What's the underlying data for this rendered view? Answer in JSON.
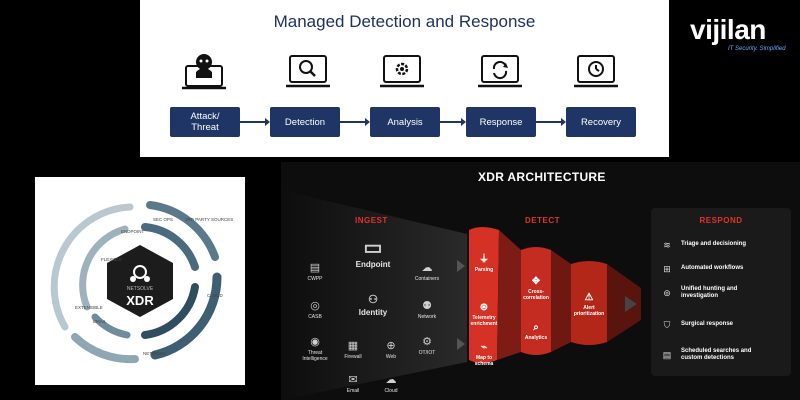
{
  "mdr": {
    "title": "Managed Detection and Response",
    "steps": [
      {
        "label": "Attack/\nThreat",
        "icon": "hacker-icon"
      },
      {
        "label": "Detection",
        "icon": "magnifier-laptop-icon"
      },
      {
        "label": "Analysis",
        "icon": "gear-laptop-icon"
      },
      {
        "label": "Response",
        "icon": "refresh-laptop-icon"
      },
      {
        "label": "Recovery",
        "icon": "history-laptop-icon"
      }
    ],
    "box_color": "#1e3565"
  },
  "logo": {
    "word": "vijilan",
    "tagline": "IT Security. Simplified"
  },
  "ring": {
    "center_small": "NETSOLVE",
    "center": "XDR",
    "labels": [
      "ENDPOINT",
      "SEC OPS",
      "3RD PARTY SOURCES",
      "FLEXIBLE",
      "CLOUD",
      "EXTENSIBLE",
      "EMAIL",
      "NETWORK"
    ]
  },
  "arch": {
    "title": "XDR ARCHITECTURE",
    "ingest_label": "INGEST",
    "detect_label": "DETECT",
    "respond_label": "RESPOND",
    "ingest": {
      "cwpp": "CWPP",
      "endpoint": "Endpoint",
      "containers": "Containers",
      "casb": "CASB",
      "identity": "Identity",
      "network": "Network",
      "threat": "Threat\nIntelligence",
      "firewall": "Firewall",
      "web": "Web",
      "otiot": "OT/IOT",
      "email": "Email",
      "cloud": "Cloud"
    },
    "detect": {
      "parsing": "Parsing",
      "telemetry": "Telemetry\nenrichment",
      "map": "Map to\nschema",
      "cross": "Cross-\ncorrelation",
      "analytics": "Analytics",
      "alert": "Alert\nprioritization"
    },
    "respond": [
      {
        "label": "Triage and decisioning",
        "icon": "wifi-icon"
      },
      {
        "label": "Automated workflows",
        "icon": "workflow-icon"
      },
      {
        "label": "Unified hunting and\ninvestigation",
        "icon": "target-icon"
      },
      {
        "label": "Surgical response",
        "icon": "shield-icon"
      },
      {
        "label": "Scheduled searches and\ncustom detections",
        "icon": "document-icon"
      }
    ],
    "accent": "#e0342a"
  }
}
